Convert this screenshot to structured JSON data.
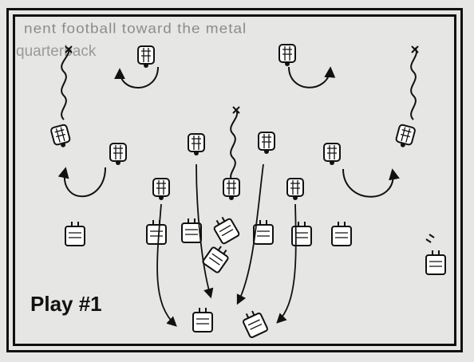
{
  "background_text": {
    "line1": "nent football toward the metal",
    "line2": "quarterback"
  },
  "play_label": "Play #1",
  "colors": {
    "ink": "#111111",
    "paper": "#e6e6e4"
  }
}
